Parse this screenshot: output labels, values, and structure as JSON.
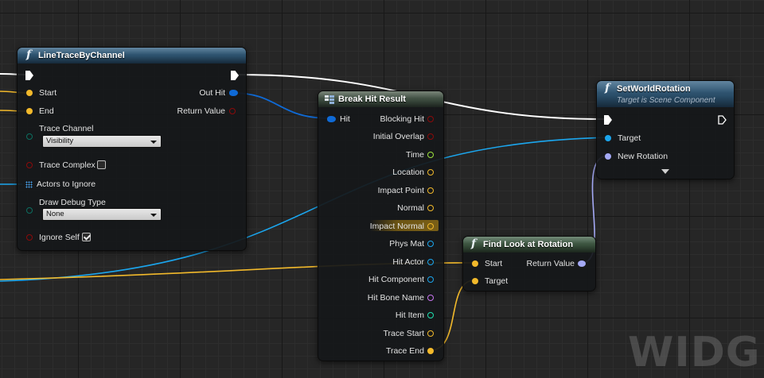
{
  "nodes": {
    "line_trace": {
      "title": "LineTraceByChannel",
      "pins": {
        "start": "Start",
        "end": "End",
        "trace_channel": "Trace Channel",
        "trace_complex": "Trace Complex",
        "actors_to_ignore": "Actors to Ignore",
        "draw_debug_type": "Draw Debug Type",
        "ignore_self": "Ignore Self",
        "out_hit": "Out Hit",
        "return_value": "Return Value"
      },
      "trace_channel_value": "Visibility",
      "draw_debug_value": "None",
      "trace_complex_checked": false,
      "ignore_self_checked": true
    },
    "break_hit": {
      "title": "Break Hit Result",
      "pins": {
        "hit": "Hit",
        "blocking_hit": "Blocking Hit",
        "initial_overlap": "Initial Overlap",
        "time": "Time",
        "location": "Location",
        "impact_point": "Impact Point",
        "normal": "Normal",
        "impact_normal": "Impact Normal",
        "phys_mat": "Phys Mat",
        "hit_actor": "Hit Actor",
        "hit_component": "Hit Component",
        "hit_bone_name": "Hit Bone Name",
        "hit_item": "Hit Item",
        "trace_start": "Trace Start",
        "trace_end": "Trace End"
      }
    },
    "set_world_rotation": {
      "title": "SetWorldRotation",
      "subtitle": "Target is Scene Component",
      "pins": {
        "target": "Target",
        "new_rotation": "New Rotation"
      }
    },
    "find_look_at": {
      "title": "Find Look at Rotation",
      "pins": {
        "start": "Start",
        "target": "Target",
        "return_value": "Return Value"
      }
    }
  },
  "colors": {
    "vector_pin": "#f2b92b",
    "object_pin": "#1ba6ee",
    "struct_pin": "#0f6ad6",
    "bool_pin": "#8c0a0a",
    "float_pin": "#9de23e",
    "rotator_pin": "#a4a9f5",
    "collision_enum_pin": "#0c6e60",
    "name_pin": "#c875f0",
    "int_pin": "#1fe0b0",
    "exec_pin": "#ffffff"
  },
  "watermark": "WIDGE"
}
